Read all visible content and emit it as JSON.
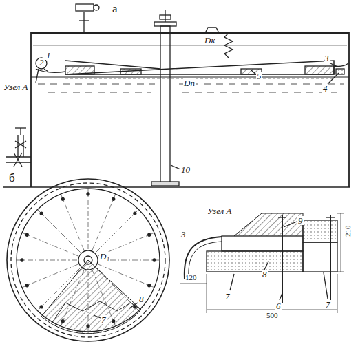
{
  "diagram": {
    "labels": [
      "а",
      "Dк",
      "1",
      "2",
      "3",
      "Узел А",
      "Dп",
      "4",
      "5",
      "10",
      "б",
      "D₁",
      "8",
      "7",
      "Узел А",
      "3",
      "9",
      "8",
      "7",
      "6",
      "7",
      "120",
      "500",
      "210"
    ]
  }
}
